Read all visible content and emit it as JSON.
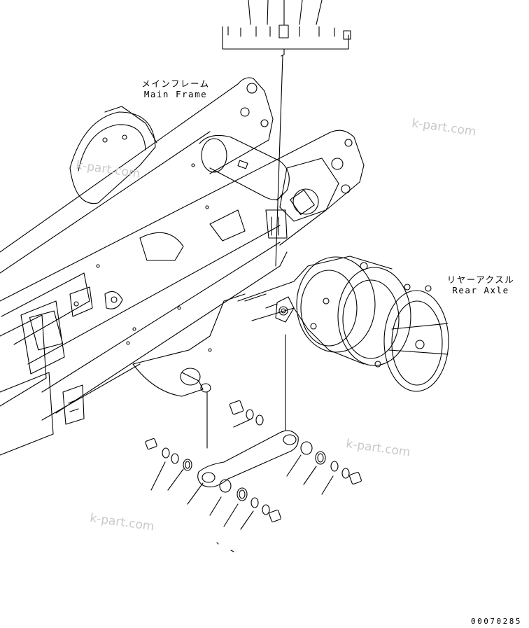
{
  "labels": {
    "main_frame_jp": "メインフレーム",
    "main_frame_en": "Main Frame",
    "rear_axle_jp": "リヤーアクスル",
    "rear_axle_en": "Rear Axle"
  },
  "drawing_number": "00070285",
  "watermark": "k-part.com",
  "colors": {
    "line": "#000000",
    "background": "#ffffff",
    "watermark": "#c9c9c9"
  }
}
